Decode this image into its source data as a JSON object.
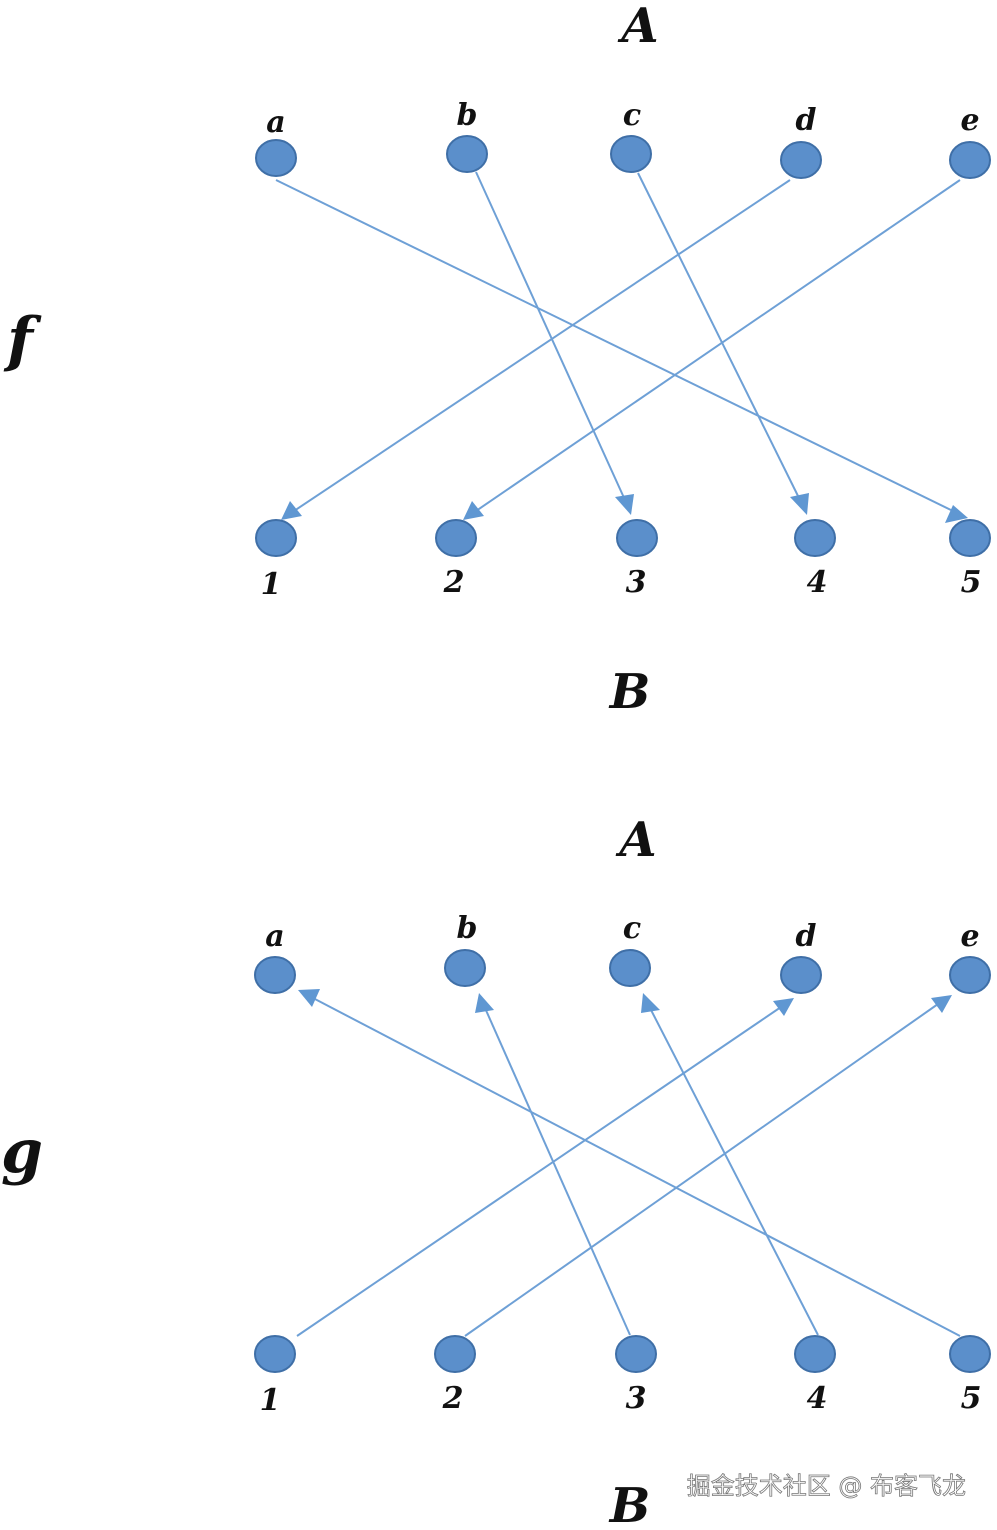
{
  "watermark": "掘金技术社区 @ 布客飞龙",
  "panels": [
    {
      "function_label": "f",
      "domain_label": "A",
      "codomain_label": "B",
      "domain_nodes": [
        "a",
        "b",
        "c",
        "d",
        "e"
      ],
      "codomain_nodes": [
        "1",
        "2",
        "3",
        "4",
        "5"
      ],
      "arrow_direction": "A-to-B",
      "mapping": [
        {
          "from": "a",
          "to": "5"
        },
        {
          "from": "b",
          "to": "3"
        },
        {
          "from": "c",
          "to": "4"
        },
        {
          "from": "d",
          "to": "1"
        },
        {
          "from": "e",
          "to": "2"
        }
      ]
    },
    {
      "function_label": "g",
      "domain_label": "A",
      "codomain_label": "B",
      "domain_nodes": [
        "a",
        "b",
        "c",
        "d",
        "e"
      ],
      "codomain_nodes": [
        "1",
        "2",
        "3",
        "4",
        "5"
      ],
      "arrow_direction": "B-to-A",
      "mapping": [
        {
          "from": "5",
          "to": "a"
        },
        {
          "from": "3",
          "to": "b"
        },
        {
          "from": "4",
          "to": "c"
        },
        {
          "from": "1",
          "to": "d"
        },
        {
          "from": "2",
          "to": "e"
        }
      ]
    }
  ],
  "colors": {
    "node_fill": "#5b8fcb",
    "node_stroke": "#3f6fa7",
    "edge": "#6ea0d6",
    "text": "#111111"
  }
}
